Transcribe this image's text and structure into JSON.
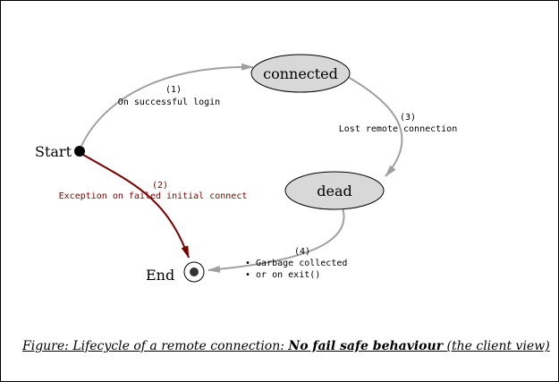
{
  "diagram": {
    "states": {
      "connected": "connected",
      "dead": "dead"
    },
    "terminals": {
      "start": "Start",
      "end": "End"
    },
    "transitions": {
      "t1": {
        "number": "(1)",
        "text": "On successful login"
      },
      "t2": {
        "number": "(2)",
        "text": "Exception on failed initial connect"
      },
      "t3": {
        "number": "(3)",
        "text": "Lost remote connection"
      },
      "t4": {
        "number": "(4)",
        "line1": "• Garbage collected",
        "line2": "• or on exit()"
      }
    }
  },
  "caption": {
    "prefix": "Figure: Lifecycle of a remote connection: ",
    "emphasis": "No fail safe behaviour",
    "suffix": " (the client view)"
  },
  "colors": {
    "gray_edge": "#a0a0a0",
    "error_edge": "#7a0000",
    "state_fill": "#d8d8d8"
  }
}
